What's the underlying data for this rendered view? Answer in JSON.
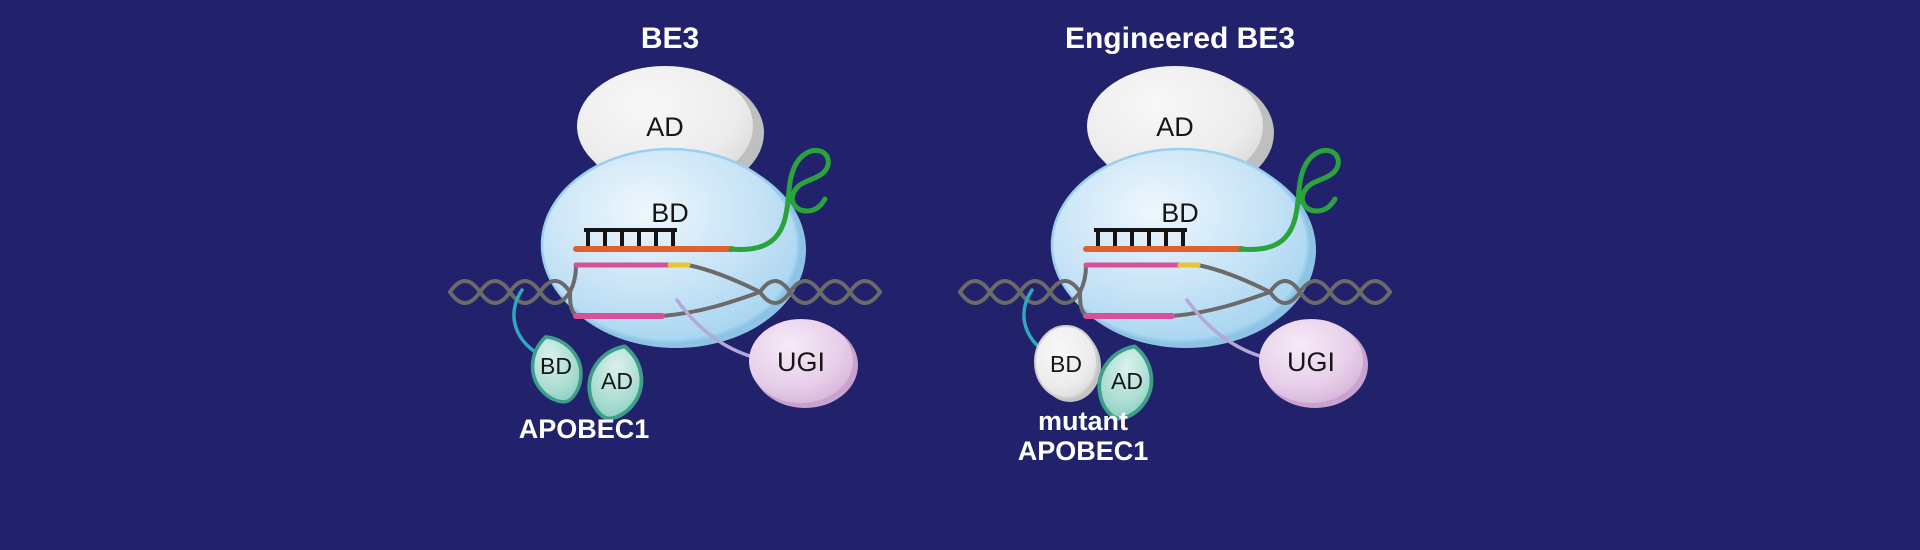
{
  "figure": {
    "background": "#21226b",
    "panels": [
      {
        "title": "BE3",
        "cas9_ad": "AD",
        "cas9_bd": "BD",
        "apobec_bd": "BD",
        "apobec_ad": "AD",
        "apobec_name_line1": "APOBEC1",
        "ugi": "UGI"
      },
      {
        "title": "Engineered BE3",
        "cas9_ad": "AD",
        "cas9_bd": "BD",
        "apobec_bd": "BD",
        "apobec_ad": "AD",
        "apobec_name_line1": "mutant",
        "apobec_name_line2": "APOBEC1",
        "ugi": "UGI"
      }
    ],
    "colors": {
      "background": "#21226b",
      "cas9_bd_fill": "#bfe0f5",
      "cas9_ad_fill": "#ececec",
      "sgrna_spacer_orange": "#e0602e",
      "sgrna_scaffold_green": "#2ba33d",
      "basepair_black": "#141414",
      "dna_gray": "#6a6a6a",
      "ssdna_pink": "#d8509a",
      "pam_yellow": "#e9c431",
      "apobec_teal_fill": "#a8dcd1",
      "apobec_teal_stroke": "#3f9e8b",
      "linker_teal": "#2fa8c0",
      "linker_lavender": "#b3a8d8",
      "ugi_fill": "#e7cfe9",
      "label_dark": "#161616",
      "label_light": "#ffffff"
    }
  }
}
